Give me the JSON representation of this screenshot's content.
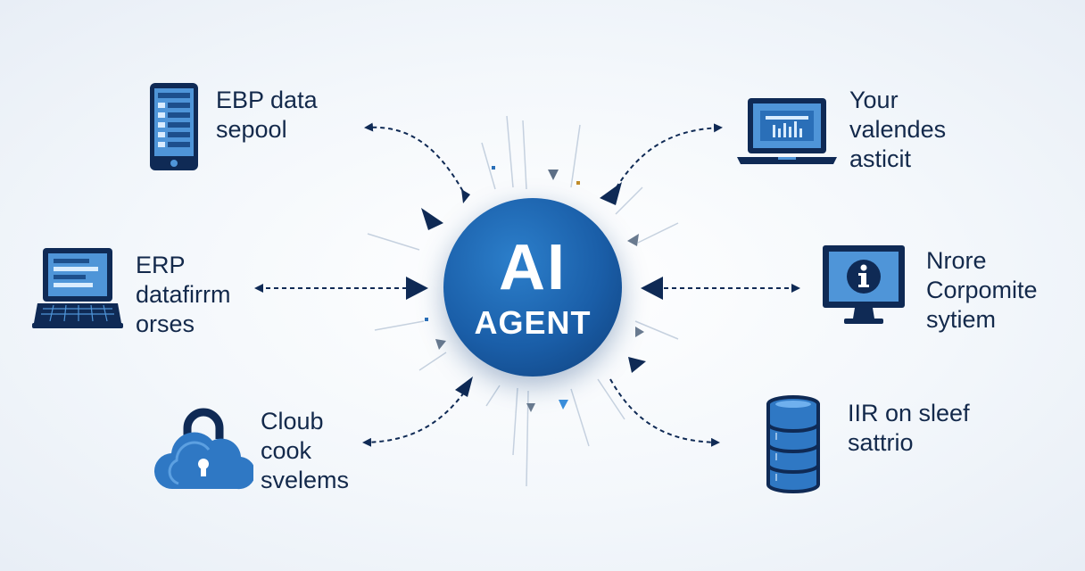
{
  "hub": {
    "line1": "AI",
    "line2": "AGENT",
    "color": "#1a5ea8"
  },
  "nodes": [
    {
      "id": "ebp",
      "icon": "smartphone-icon",
      "lines": [
        "EBP data",
        "sepool"
      ]
    },
    {
      "id": "erp",
      "icon": "laptop-icon",
      "lines": [
        "ERP",
        "datafirrm",
        "orses"
      ]
    },
    {
      "id": "cloud",
      "icon": "cloud-lock-icon",
      "lines": [
        "Cloub",
        "cook",
        "svelems"
      ]
    },
    {
      "id": "your",
      "icon": "laptop-chart-icon",
      "lines": [
        "Your",
        "valendes",
        "asticit"
      ]
    },
    {
      "id": "nrore",
      "icon": "monitor-info-icon",
      "lines": [
        "Nrore",
        "Corpomite",
        "sytiem"
      ]
    },
    {
      "id": "iir",
      "icon": "database-icon",
      "lines": [
        "IIR on sleef",
        "sattrio"
      ]
    }
  ],
  "colors": {
    "navy": "#0f2a55",
    "blue": "#2a6fb8",
    "light_blue": "#5aa0e6",
    "text": "#13294b"
  }
}
